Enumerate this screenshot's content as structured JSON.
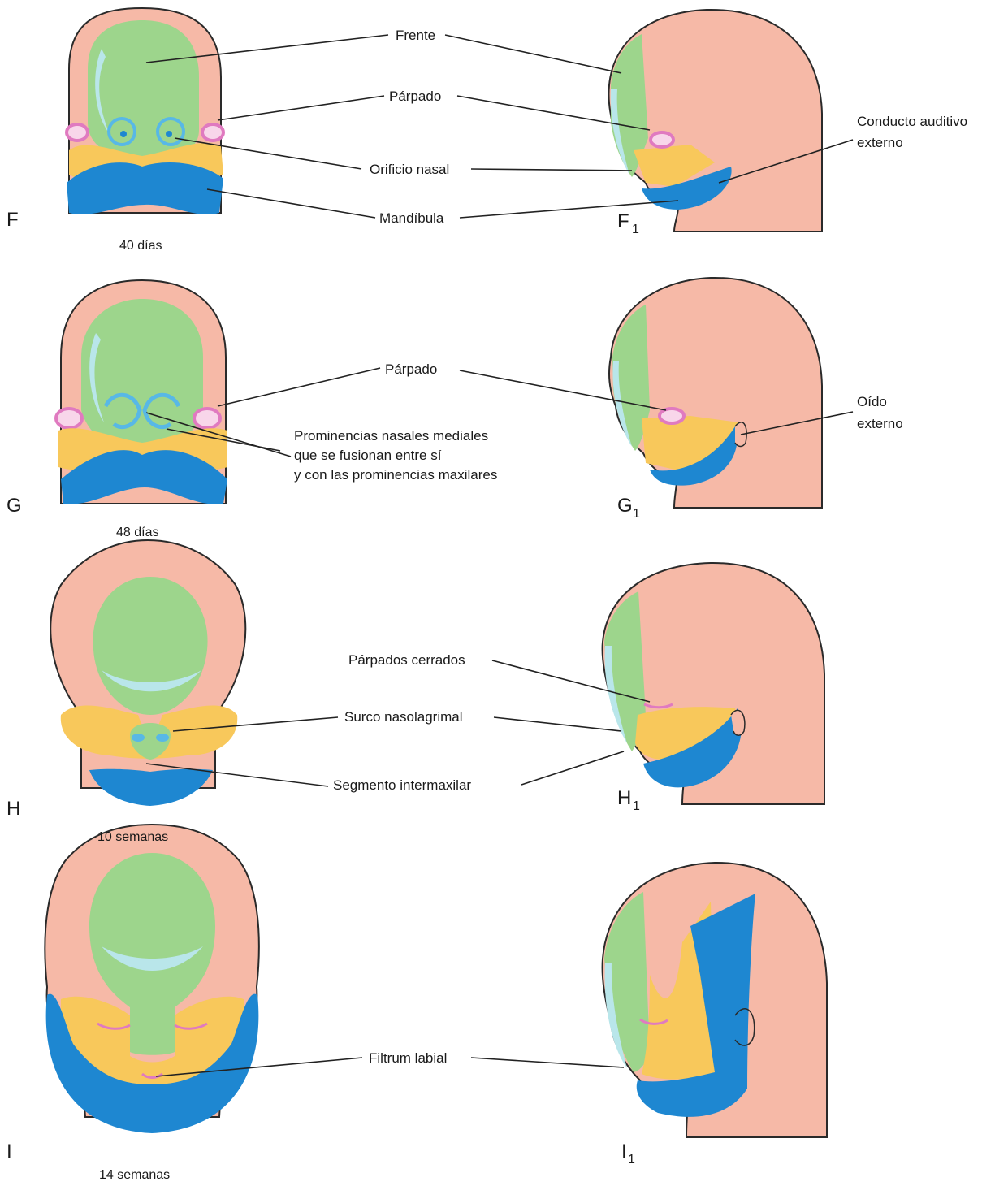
{
  "colors": {
    "skin": "#f6b9a7",
    "skin_dark": "#e98f86",
    "frontal": "#9dd58c",
    "frontal_light": "#b9e6ea",
    "maxillary": "#f8c85b",
    "mandible": "#1e87d1",
    "eye": "#e07ac0"
  },
  "stages": [
    {
      "letter": "F",
      "subscript_letter": "F",
      "subscript": "1",
      "age": "40 días"
    },
    {
      "letter": "G",
      "subscript_letter": "G",
      "subscript": "1",
      "age": "48 días"
    },
    {
      "letter": "H",
      "subscript_letter": "H",
      "subscript": "1",
      "age": "10 semanas"
    },
    {
      "letter": "I",
      "subscript_letter": "I",
      "subscript": "1",
      "age": "14 semanas"
    }
  ],
  "labels": {
    "frente": "Frente",
    "parpado_f": "Párpado",
    "conducto_1": "Conducto auditivo",
    "conducto_2": "externo",
    "orificio_nasal": "Orificio nasal",
    "mandibula": "Mandíbula",
    "parpado_g": "Párpado",
    "oido_1": "Oído",
    "oido_2": "externo",
    "prominencias_1": "Prominencias nasales mediales",
    "prominencias_2": "que se fusionan entre sí",
    "prominencias_3": "y con las prominencias maxilares",
    "parpados_cerrados": "Párpados cerrados",
    "surco": "Surco nasolagrimal",
    "segmento": "Segmento intermaxilar",
    "filtrum": "Filtrum labial"
  }
}
